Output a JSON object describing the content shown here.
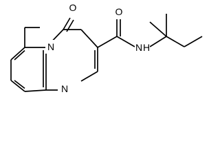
{
  "molecule": {
    "atoms": {
      "n_ring": "N",
      "n_lower": "N",
      "o_carbonyl_ring": "O",
      "o_amide": "O",
      "n_amide": "N",
      "h_amide": "H"
    }
  },
  "colors": {
    "bond": "#000000",
    "label": "#000000",
    "background": "#ffffff"
  }
}
